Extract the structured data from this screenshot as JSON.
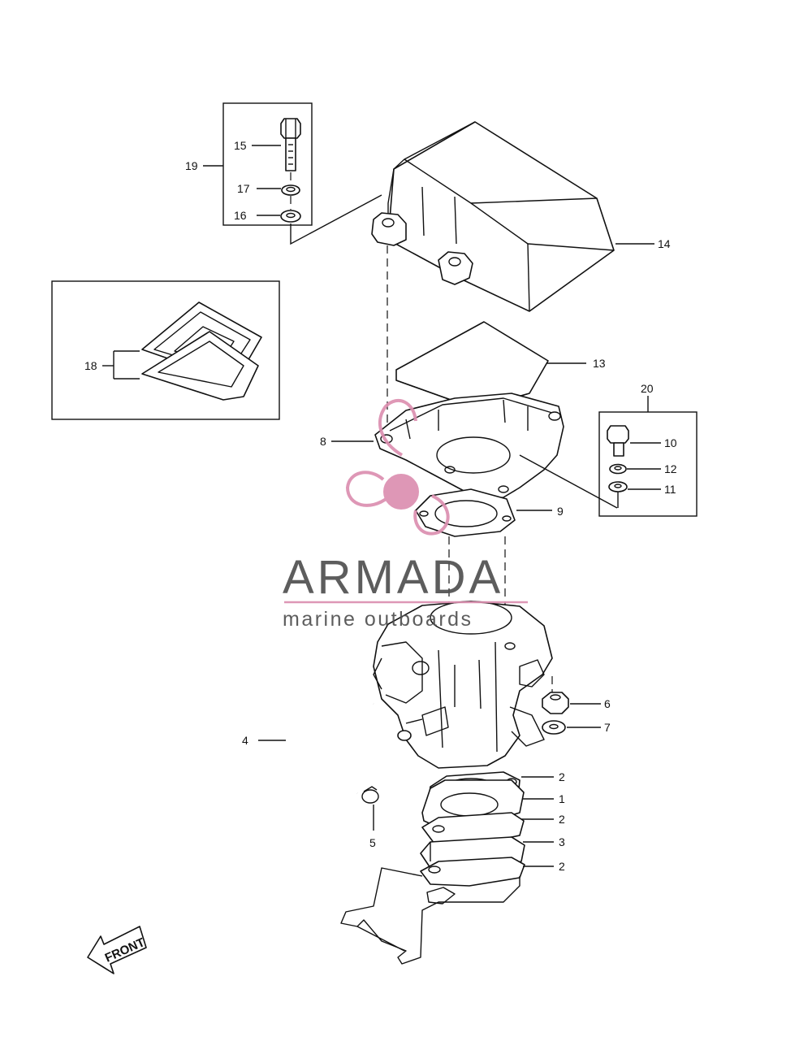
{
  "callouts": {
    "c1": "1",
    "c2a": "2",
    "c2b": "2",
    "c2c": "2",
    "c3": "3",
    "c4": "4",
    "c5": "5",
    "c6": "6",
    "c7": "7",
    "c8": "8",
    "c9": "9",
    "c10": "10",
    "c11": "11",
    "c12": "12",
    "c13": "13",
    "c14": "14",
    "c15": "15",
    "c16": "16",
    "c17": "17",
    "c18": "18",
    "c19": "19",
    "c20": "20"
  },
  "watermark": {
    "title": "ARMADA",
    "subtitle": "marine outboards",
    "accent_color": "#dc8fb0",
    "text_color": "#505050"
  },
  "front_arrow": {
    "label": "FRONT"
  }
}
